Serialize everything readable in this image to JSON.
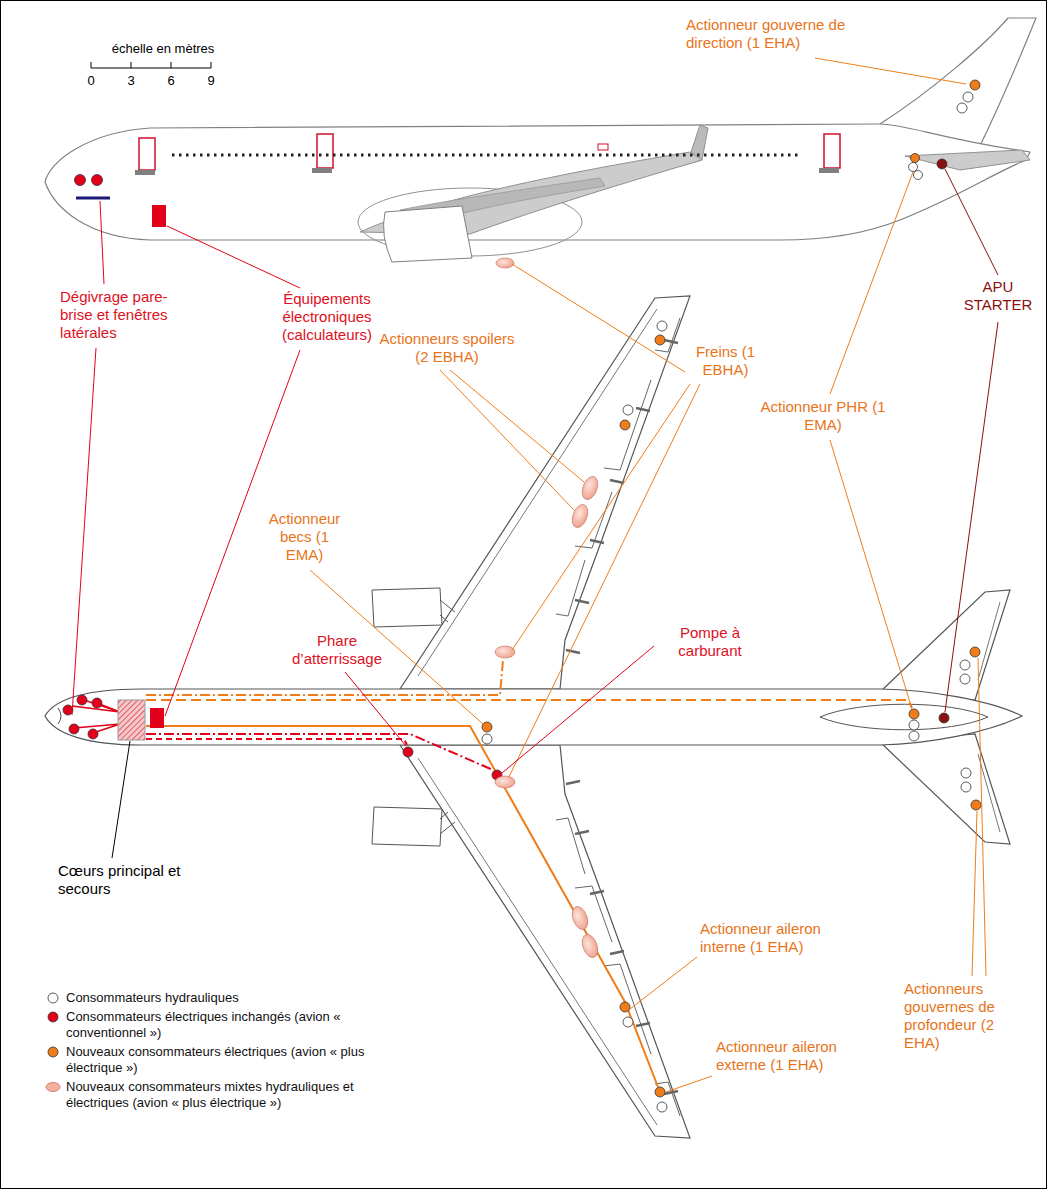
{
  "diagram": {
    "labels": [
      "échelle en mètres",
      "0",
      "3",
      "6",
      "9",
      "Actionneur gouverne de direction (1 EHA)",
      "APU STARTER",
      "Équipements électroniques (calculateurs)",
      "Dégivrage pare-brise et fenêtres latérales",
      "Actionneurs spoilers (2 EBHA)",
      "Actionneur becs (1 EMA)",
      "Freins (1 EBHA)",
      "Actionneur PHR (1 EMA)",
      "Phare d’atterrissage",
      "Pompe à carburant",
      "Cœurs principal et secours",
      "Actionneur aileron interne (1 EHA)",
      "Actionneur aileron externe (1 EHA)",
      "Actionneurs gouvernes de profondeur (2 EHA)"
    ],
    "legend": [
      {
        "text": "Consommateurs hydrauliques",
        "color": "#ffffff"
      },
      {
        "text": "Consommateurs électriques inchangés (avion « conventionnel »)",
        "color": "#e3001b"
      },
      {
        "text": "Nouveaux consommateurs électriques (avion « plus électrique »)",
        "color": "#f07d1a"
      },
      {
        "text": "Nouveaux consommateurs mixtes hydrauliques et électriques (avion « plus électrique »)",
        "color": "#f4b09c"
      }
    ]
  }
}
